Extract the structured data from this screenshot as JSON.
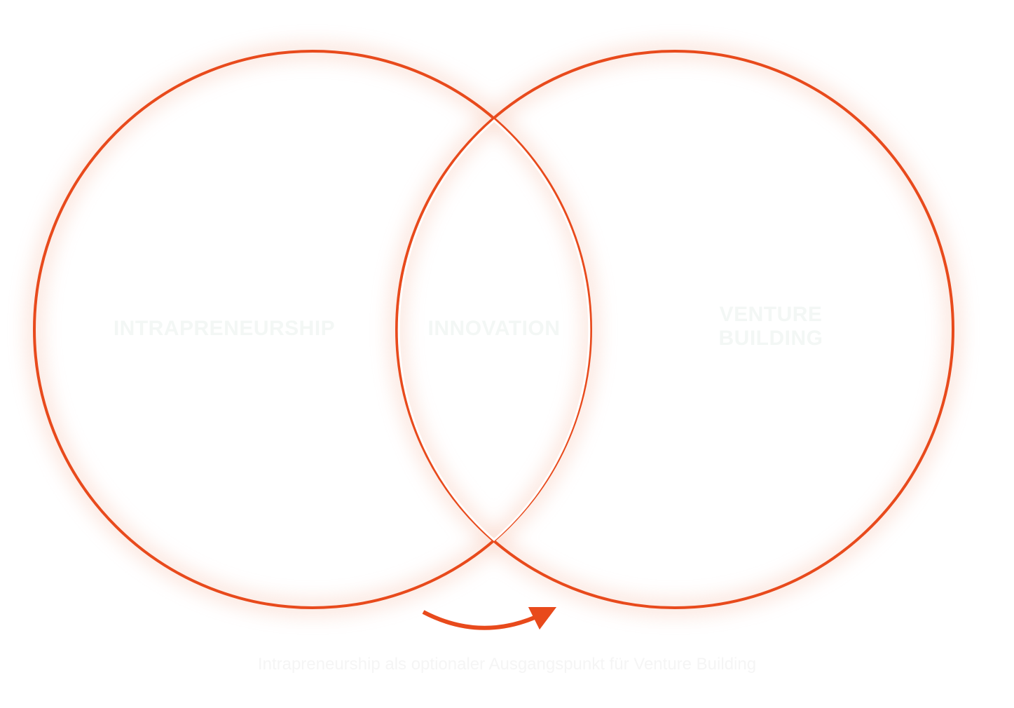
{
  "diagram": {
    "left_label": "INTRAPRENEURSHIP",
    "center_label": "INNOVATION",
    "right_label_line1": "VENTURE",
    "right_label_line2": "BUILDING",
    "caption": "Intrapreneurship als optionaler Ausgangspunkt für Venture Building",
    "colors": {
      "circle": "#e84a1c",
      "glow": "#f6b9a3",
      "lens": "#ffffff",
      "text": "#f3f7f5"
    }
  }
}
